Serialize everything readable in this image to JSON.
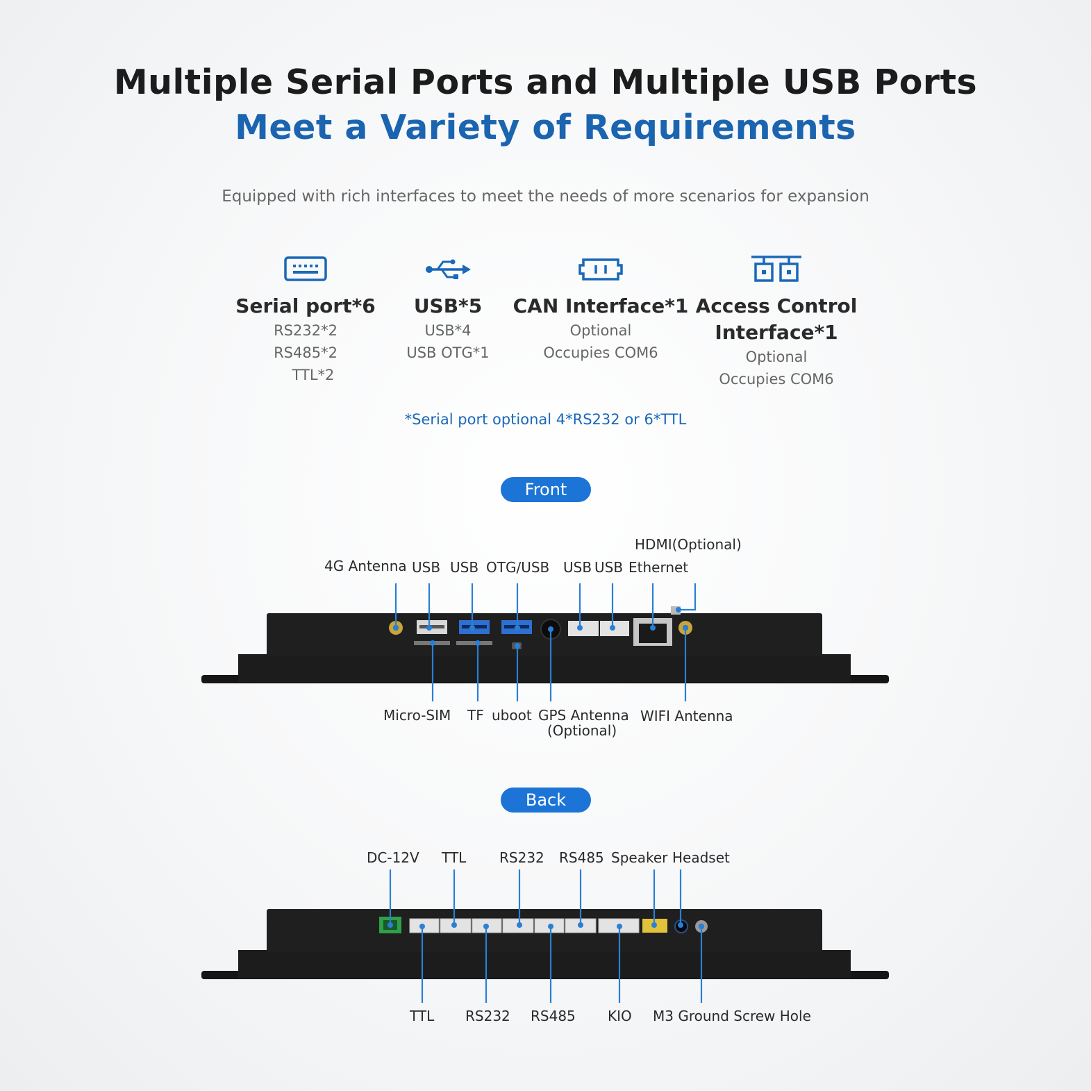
{
  "header": {
    "title": "Multiple Serial Ports and Multiple USB Ports",
    "subtitle": "Meet a Variety of Requirements",
    "description": "Equipped with rich interfaces to meet the needs of more scenarios for expansion"
  },
  "features": [
    {
      "icon": "serial-port-icon",
      "title": "Serial port*6",
      "lines": [
        "RS232*2",
        "RS485*2",
        "TTL*2"
      ]
    },
    {
      "icon": "usb-icon",
      "title": "USB*5",
      "lines": [
        "USB*4",
        "USB OTG*1"
      ]
    },
    {
      "icon": "can-interface-icon",
      "title": "CAN Interface*1",
      "lines": [
        "Optional",
        "Occupies COM6"
      ]
    },
    {
      "icon": "access-control-icon",
      "title_lines": [
        "Access Control",
        "Interface*1"
      ],
      "lines": [
        "Optional",
        "Occupies COM6"
      ]
    }
  ],
  "note": "*Serial port optional 4*RS232 or 6*TTL",
  "front": {
    "label": "Front",
    "top_labels": [
      "4G Antenna",
      "USB",
      "USB",
      "OTG/USB",
      "USB",
      "USB",
      "Ethernet",
      "HDMI(Optional)"
    ],
    "bottom_labels": [
      "Micro-SIM",
      "TF",
      "uboot",
      "GPS Antenna",
      "(Optional)",
      "WIFI Antenna"
    ]
  },
  "back": {
    "label": "Back",
    "top_labels": [
      "DC-12V",
      "TTL",
      "RS232",
      "RS485",
      "Speaker",
      "Headset"
    ],
    "bottom_labels": [
      "TTL",
      "RS232",
      "RS485",
      "KIO",
      "M3 Ground Screw Hole"
    ]
  },
  "colors": {
    "accent": "#1a64b0",
    "pill": "#1c74d6",
    "device": "#1a1a1a",
    "callout": "#2a7fd4"
  }
}
